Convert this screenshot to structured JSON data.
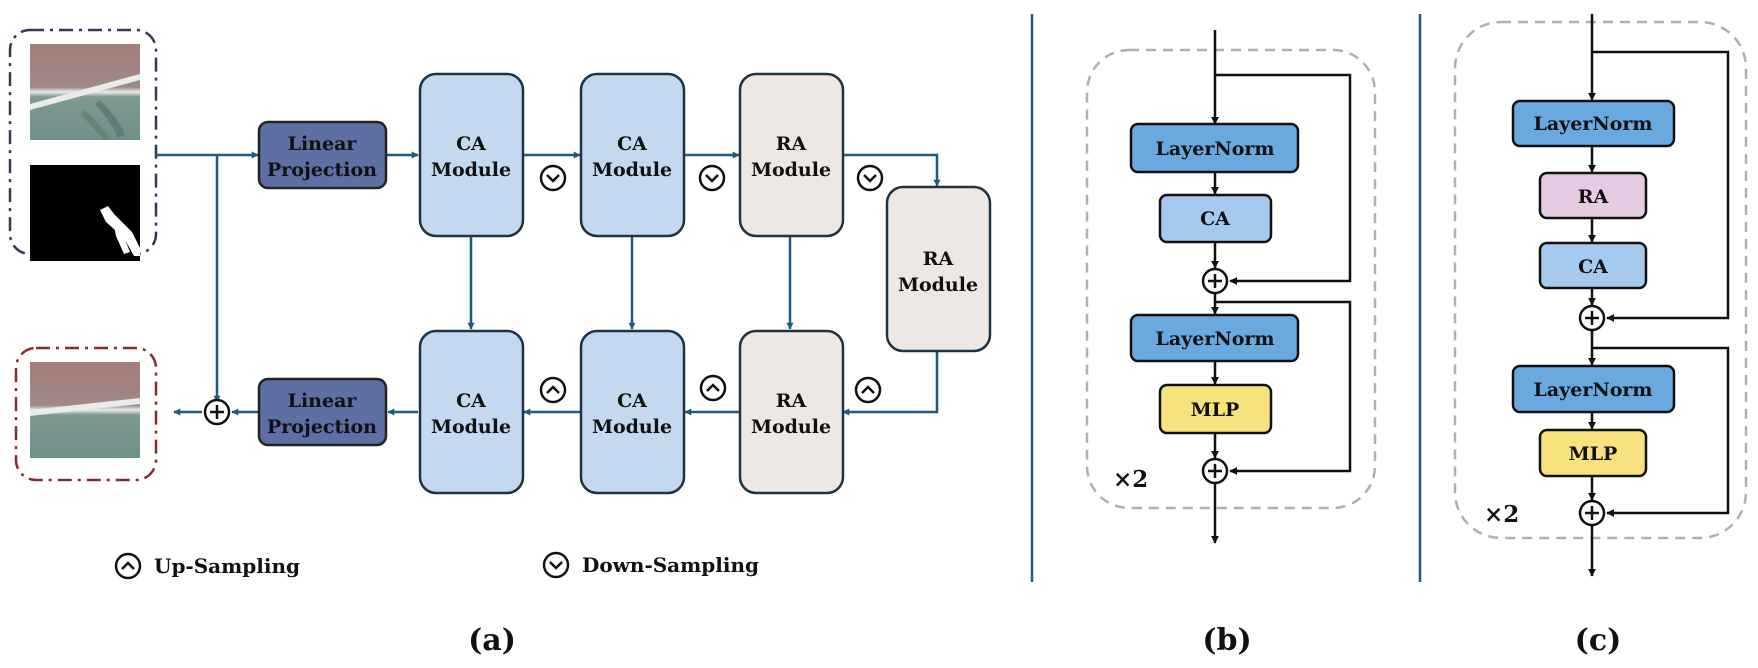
{
  "panel_a": {
    "linear_projection_top": [
      "Linear",
      "Projection"
    ],
    "linear_projection_bottom": [
      "Linear",
      "Projection"
    ],
    "ca_module_top_1": [
      "CA",
      "Module"
    ],
    "ca_module_top_2": [
      "CA",
      "Module"
    ],
    "ra_module_top": [
      "RA",
      "Module"
    ],
    "ra_module_mid": [
      "RA",
      "Module"
    ],
    "ca_module_bottom_1": [
      "CA",
      "Module"
    ],
    "ca_module_bottom_2": [
      "CA",
      "Module"
    ],
    "ra_module_bottom": [
      "RA",
      "Module"
    ],
    "legend_up": "Up-Sampling",
    "legend_down": "Down-Sampling",
    "caption": "(a)"
  },
  "panel_b": {
    "layernorm_1": "LayerNorm",
    "ca": "CA",
    "layernorm_2": "LayerNorm",
    "mlp": "MLP",
    "repeat": "×2",
    "caption": "(b)"
  },
  "panel_c": {
    "layernorm_1": "LayerNorm",
    "ra": "RA",
    "ca": "CA",
    "layernorm_2": "LayerNorm",
    "mlp": "MLP",
    "repeat": "×2",
    "caption": "(c)"
  },
  "colors": {
    "ca_fill": "#c4d8f0",
    "ra_fill": "#ede8e3",
    "linear_fill": "#5d6fa3",
    "layernorm_fill": "#6aa9e0",
    "ca_small_fill": "#a6c9ee",
    "ra_small_fill": "#e5cce3",
    "mlp_fill": "#f7e27e",
    "arrow_a": "#1f5b7f"
  }
}
